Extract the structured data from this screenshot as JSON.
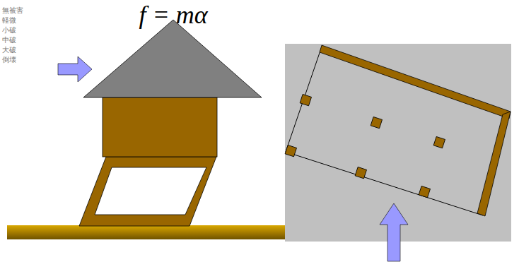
{
  "diagram": {
    "labels": [
      "f = mα",
      "無被害",
      "軽微",
      "小破",
      "中破",
      "大破",
      "倒壊"
    ]
  }
}
